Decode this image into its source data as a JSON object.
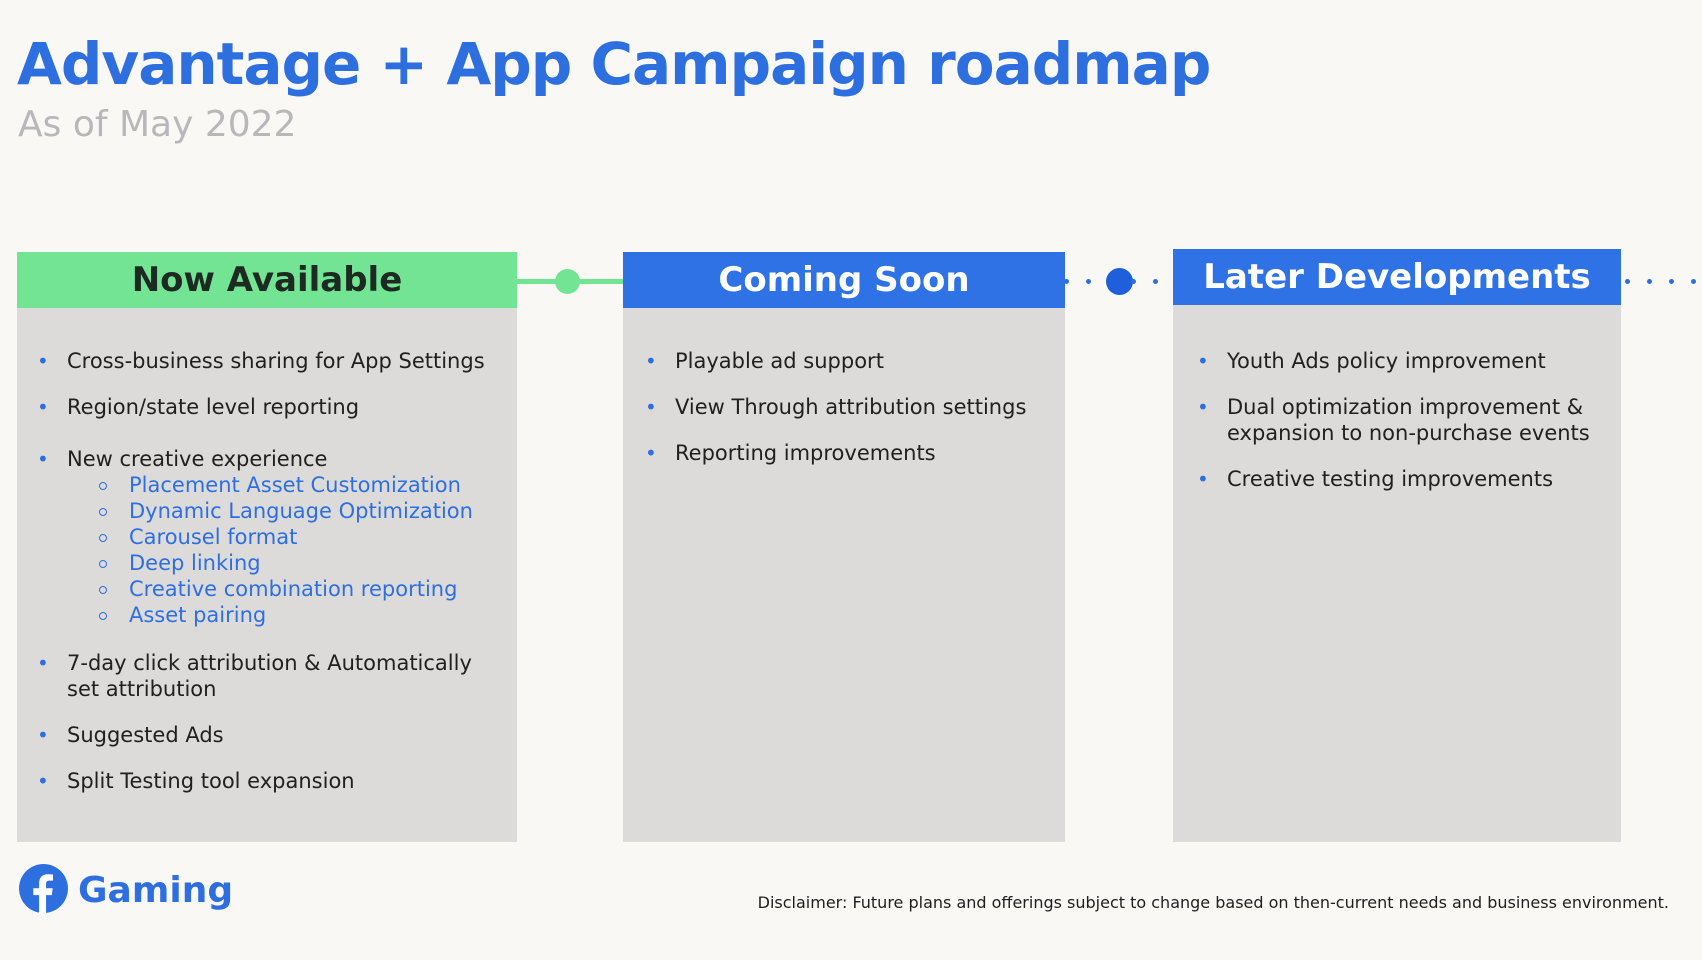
{
  "title": "Advantage + App Campaign roadmap",
  "subtitle": "As of May 2022",
  "colors": {
    "brand_blue": "#2e6fe0",
    "green": "#72e494",
    "panel_gray": "#dcdbda"
  },
  "columns": {
    "now": {
      "heading": "Now Available",
      "items": [
        {
          "text": "Cross-business sharing for App Settings"
        },
        {
          "text": "Region/state level reporting"
        },
        {
          "text": "New creative experience"
        },
        {
          "text": "7-day click attribution & Automatically set attribution"
        },
        {
          "text": "Suggested Ads"
        },
        {
          "text": "Split Testing tool expansion"
        }
      ],
      "subitems": [
        "Placement Asset Customization",
        "Dynamic Language Optimization",
        "Carousel format",
        "Deep linking",
        "Creative combination reporting",
        "Asset pairing"
      ]
    },
    "soon": {
      "heading": "Coming Soon",
      "items": [
        {
          "text": "Playable ad support"
        },
        {
          "text": "View Through attribution settings"
        },
        {
          "text": "Reporting improvements"
        }
      ]
    },
    "later": {
      "heading": "Later Developments",
      "items": [
        {
          "text": "Youth Ads policy improvement"
        },
        {
          "text": "Dual optimization improvement & expansion to non-purchase events"
        },
        {
          "text": "Creative testing improvements"
        }
      ]
    }
  },
  "footer": {
    "brand": "Gaming",
    "logo_icon": "facebook-logo-icon",
    "disclaimer": "Disclaimer: Future plans and offerings subject to change based on then-current needs and business environment."
  }
}
